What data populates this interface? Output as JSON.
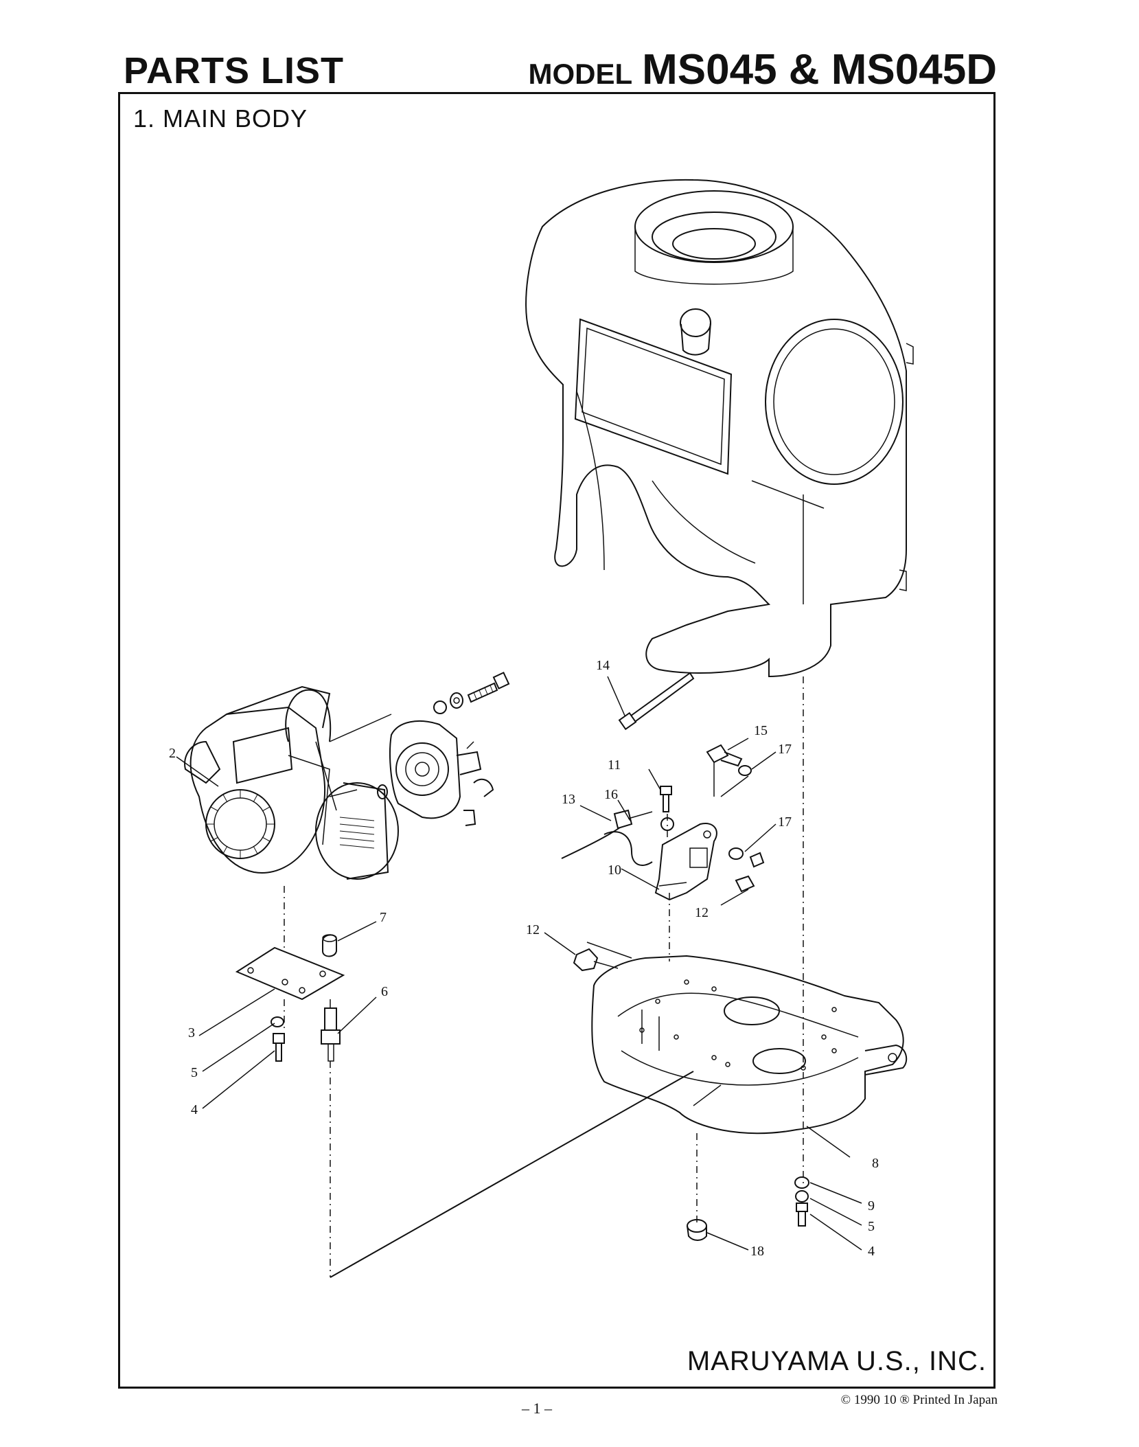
{
  "header": {
    "title": "PARTS LIST",
    "model_word": "MODEL",
    "model_name": "MS045 & MS045D"
  },
  "section": {
    "title": "1. MAIN BODY"
  },
  "footer": {
    "company": "MARUYAMA U.S., INC.",
    "copyright": "© 1990 10  ® Printed In Japan",
    "page": "– 1 –"
  },
  "callouts": [
    "2",
    "3",
    "4",
    "5",
    "6",
    "7",
    "8",
    "9",
    "10",
    "11",
    "12",
    "12",
    "13",
    "14",
    "15",
    "16",
    "17",
    "17",
    "18",
    "5",
    "4"
  ]
}
